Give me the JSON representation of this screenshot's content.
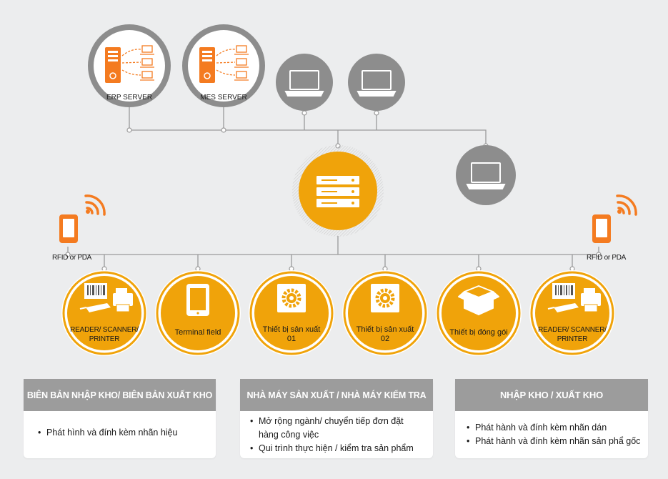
{
  "top_nodes": [
    {
      "label": "ERP SERVER",
      "icon": "server-network-icon"
    },
    {
      "label": "MES SERVER",
      "icon": "server-network-icon"
    },
    {
      "label": "",
      "icon": "laptop-icon"
    },
    {
      "label": "",
      "icon": "laptop-icon"
    },
    {
      "label": "",
      "icon": "laptop-icon"
    }
  ],
  "hub": {
    "icon": "server-rack-icon"
  },
  "side_devices": [
    {
      "label": "RFID or PDA",
      "icon": "mobile-wifi-icon"
    },
    {
      "label": "RFID or PDA",
      "icon": "mobile-wifi-icon"
    }
  ],
  "bottom_nodes": [
    {
      "line1": "READER/ SCANNER/",
      "line2": "PRINTER",
      "icon": "reader-scanner-printer-icon"
    },
    {
      "line1": "Terminal field",
      "line2": "",
      "icon": "tablet-icon"
    },
    {
      "line1": "Thiết bị sản xuất",
      "line2": "01",
      "icon": "gear-icon"
    },
    {
      "line1": "Thiết bị sản xuất",
      "line2": "02",
      "icon": "gear-icon"
    },
    {
      "line1": "Thiết bị đóng gói",
      "line2": "",
      "icon": "package-icon"
    },
    {
      "line1": "READER/ SCANNER/",
      "line2": "PRINTER",
      "icon": "reader-scanner-printer-icon"
    }
  ],
  "panels": [
    {
      "title": "BIÊN BẢN NHẬP KHO/ BIÊN BẢN XUẤT KHO",
      "items": [
        "Phát hình và đính kèm nhãn hiệu"
      ]
    },
    {
      "title": "NHÀ  MÁY SẢN XUẤT / NHÀ MÁY KIỂM TRA",
      "items": [
        "Mở rộng ngành/ chuyển tiếp đơn đặt hàng công việc",
        "Qui trình thực hiện / kiểm tra sản phẩm"
      ]
    },
    {
      "title": "NHẬP KHO / XUẤT KHO",
      "items": [
        "Phát hành và đính kèm nhãn dán",
        "Phát hành và đính kèm nhãn sản phẩ gốc"
      ]
    }
  ],
  "colors": {
    "accent_orange": "#f0a30a",
    "icon_orange": "#f47b20",
    "node_gray": "#8d8d8d",
    "line_gray": "#9a9a9a",
    "background": "#ecedee"
  }
}
